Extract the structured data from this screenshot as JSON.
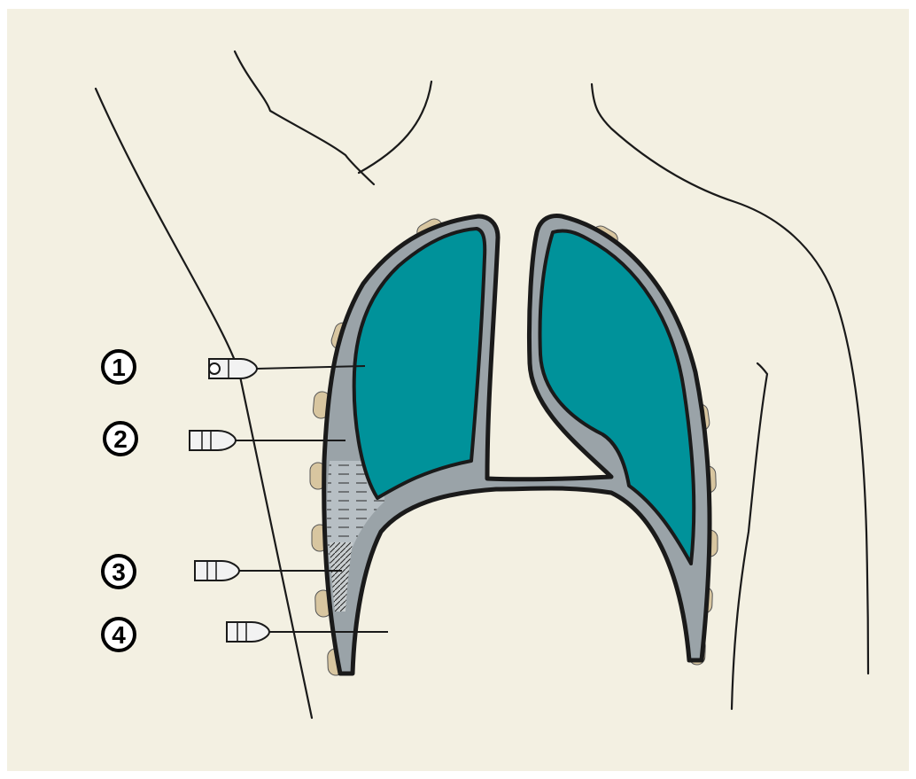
{
  "colors": {
    "frame": "#ffffff",
    "background": "#f3f0e2",
    "outline": "#1a1a1a",
    "pleura": "#9aa3a8",
    "lung": "#00929a",
    "rib": "#d8c6a0",
    "effusion": "#b7bfc4",
    "probe_body": "#f2f2f2"
  },
  "markers": [
    {
      "label": "1",
      "target": "lung-upper"
    },
    {
      "label": "2",
      "target": "pleural-space"
    },
    {
      "label": "3",
      "target": "effusion-adhesions"
    },
    {
      "label": "4",
      "target": "below-diaphragm"
    }
  ],
  "icons": {
    "probe": "needle-probe-icon",
    "rib": "rib-cross-section-icon"
  }
}
